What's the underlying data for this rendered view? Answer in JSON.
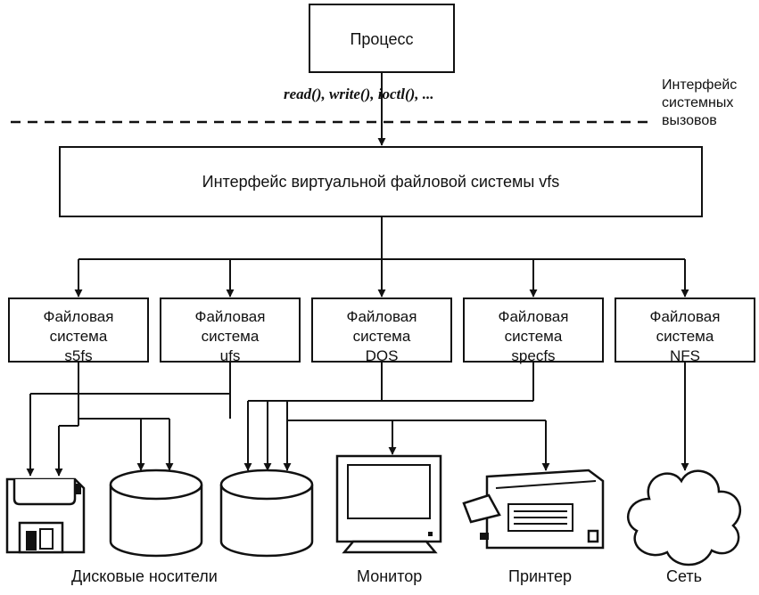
{
  "process": {
    "label": "Процесс"
  },
  "syscalls": {
    "text": "read(),  write(),  ioctl(),  ..."
  },
  "syscall_interface": {
    "lines": [
      "Интерфейс",
      "системных",
      "вызовов"
    ]
  },
  "vfs": {
    "label": "Интерфейс виртуальной файловой системы vfs"
  },
  "filesystems": [
    {
      "lines": [
        "Файловая",
        "система",
        "s5fs"
      ]
    },
    {
      "lines": [
        "Файловая",
        "система",
        "ufs"
      ]
    },
    {
      "lines": [
        "Файловая",
        "система",
        "DOS"
      ]
    },
    {
      "lines": [
        "Файловая",
        "система",
        "specfs"
      ]
    },
    {
      "lines": [
        "Файловая",
        "система",
        "NFS"
      ]
    }
  ],
  "devices": {
    "disks": "Дисковые носители",
    "monitor": "Монитор",
    "printer": "Принтер",
    "network": "Сеть"
  }
}
